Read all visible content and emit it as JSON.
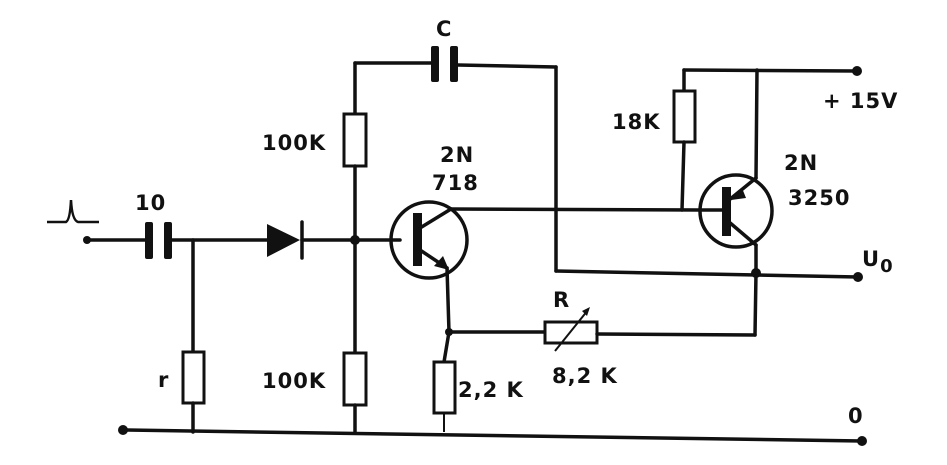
{
  "diagram": {
    "type": "circuit-schematic",
    "components": {
      "input_capacitor": {
        "label": "10"
      },
      "input_resistor": {
        "label": "r"
      },
      "upper_bias_resistor": {
        "label": "100K"
      },
      "lower_bias_resistor": {
        "label": "100K"
      },
      "feedback_capacitor": {
        "label": "C"
      },
      "transistor_1": {
        "label_line1": "2N",
        "label_line2": "718"
      },
      "transistor_2": {
        "label_line1": "2N",
        "label_line2": "3250"
      },
      "collector_resistor": {
        "label": "18K"
      },
      "emitter_resistor": {
        "label": "2,2 K"
      },
      "variable_resistor": {
        "label_name": "R",
        "label_value": "8,2 K"
      }
    },
    "terminals": {
      "supply": {
        "label": "+ 15V"
      },
      "output": {
        "label": "U",
        "subscript": "0"
      },
      "ground": {
        "label": "0"
      }
    }
  }
}
